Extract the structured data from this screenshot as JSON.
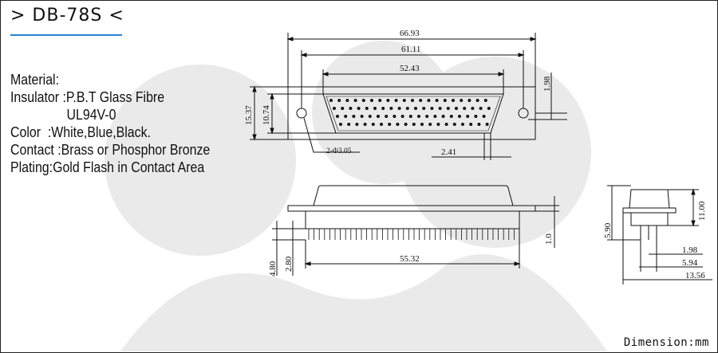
{
  "title": "> DB-78S <",
  "specs": {
    "material": "Material:",
    "insulator": "Insulator :P.B.T Glass Fibre",
    "insulator_rating": "UL94V-0",
    "color": "Color  :White,Blue,Black.",
    "contact": "Contact :Brass or Phosphor Bronze",
    "plating": "Plating:Gold Flash in Contact Area"
  },
  "dimensions": {
    "overall_width": "66.93",
    "mount_hole_spacing": "61.11",
    "shell_width": "52.43",
    "flange_edge": "1.98",
    "overall_height": "15.37",
    "shell_height": "10.74",
    "mount_hole": "2-Φ3.05",
    "pin_pitch_row": "2.41",
    "pin_field_width": "55.32",
    "tail_offset_a": "4.80",
    "tail_offset_b": "2.80",
    "flange_thickness": "1.0",
    "side_total_height": "11.00",
    "side_upper_height": "5.90",
    "side_pitch": "1.98",
    "side_pin_span": "5.94",
    "side_depth": "13.56"
  },
  "unit_label": "Dimension:mm",
  "colors": {
    "accent": "#2a7fd4",
    "line": "#111111",
    "watermark": "#d9d9d9"
  }
}
